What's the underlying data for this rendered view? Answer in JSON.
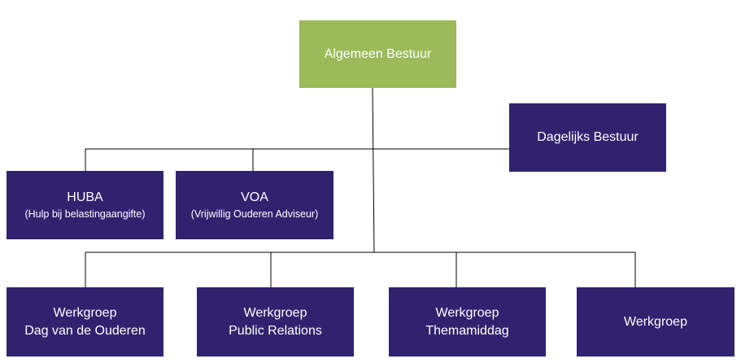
{
  "colors": {
    "top": "#9bbb59",
    "unit": "#31226f",
    "line": "#000000",
    "text": "#ffffff"
  },
  "nodes": {
    "algemeen": {
      "title": "Algemeen Bestuur"
    },
    "dagelijks": {
      "title": "Dagelijks Bestuur"
    },
    "huba": {
      "title": "HUBA",
      "subtitle": "(Hulp bij belastingaangifte)"
    },
    "voa": {
      "title": "VOA",
      "subtitle": "(Vrijwillig Ouderen Adviseur)"
    },
    "wg1": {
      "line1": "Werkgroep",
      "line2": "Dag van de Ouderen"
    },
    "wg2": {
      "line1": "Werkgroep",
      "line2": "Public Relations"
    },
    "wg3": {
      "line1": "Werkgroep",
      "line2": "Themamiddag"
    },
    "wg4": {
      "line1": "Werkgroep"
    }
  }
}
